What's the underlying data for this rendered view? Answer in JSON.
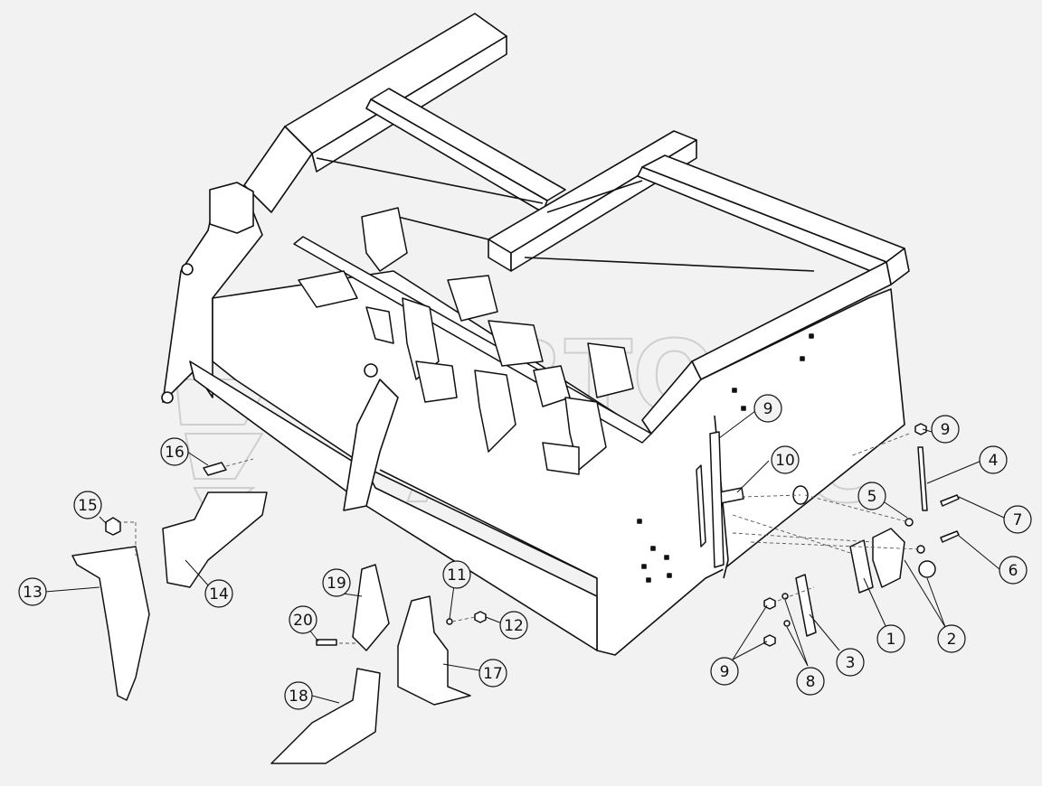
{
  "watermark": {
    "line1": "АВТО",
    "line2": "АЛЬЯНС"
  },
  "callouts": [
    {
      "id": "c1",
      "label": "1"
    },
    {
      "id": "c2",
      "label": "2"
    },
    {
      "id": "c3",
      "label": "3"
    },
    {
      "id": "c4",
      "label": "4"
    },
    {
      "id": "c5",
      "label": "5"
    },
    {
      "id": "c6",
      "label": "6"
    },
    {
      "id": "c7",
      "label": "7"
    },
    {
      "id": "c8",
      "label": "8"
    },
    {
      "id": "c9a",
      "label": "9"
    },
    {
      "id": "c9b",
      "label": "9"
    },
    {
      "id": "c9c",
      "label": "9"
    },
    {
      "id": "c10",
      "label": "10"
    },
    {
      "id": "c11",
      "label": "11"
    },
    {
      "id": "c12",
      "label": "12"
    },
    {
      "id": "c13",
      "label": "13"
    },
    {
      "id": "c14",
      "label": "14"
    },
    {
      "id": "c15",
      "label": "15"
    },
    {
      "id": "c16",
      "label": "16"
    },
    {
      "id": "c17",
      "label": "17"
    },
    {
      "id": "c18",
      "label": "18"
    },
    {
      "id": "c19",
      "label": "19"
    },
    {
      "id": "c20",
      "label": "20"
    }
  ]
}
